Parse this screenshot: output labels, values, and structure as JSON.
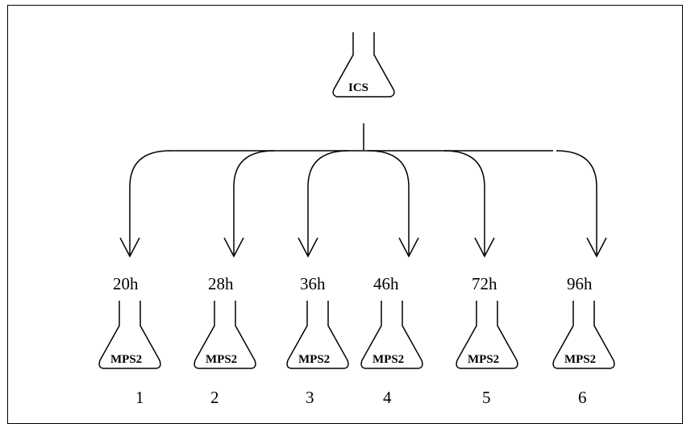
{
  "parent_flask": {
    "label": "ICS"
  },
  "branches": [
    {
      "time": "20h",
      "flask_label": "MPS2",
      "number": "1"
    },
    {
      "time": "28h",
      "flask_label": "MPS2",
      "number": "2"
    },
    {
      "time": "36h",
      "flask_label": "MPS2",
      "number": "3"
    },
    {
      "time": "46h",
      "flask_label": "MPS2",
      "number": "4"
    },
    {
      "time": "72h",
      "flask_label": "MPS2",
      "number": "5"
    },
    {
      "time": "96h",
      "flask_label": "MPS2",
      "number": "6"
    }
  ]
}
